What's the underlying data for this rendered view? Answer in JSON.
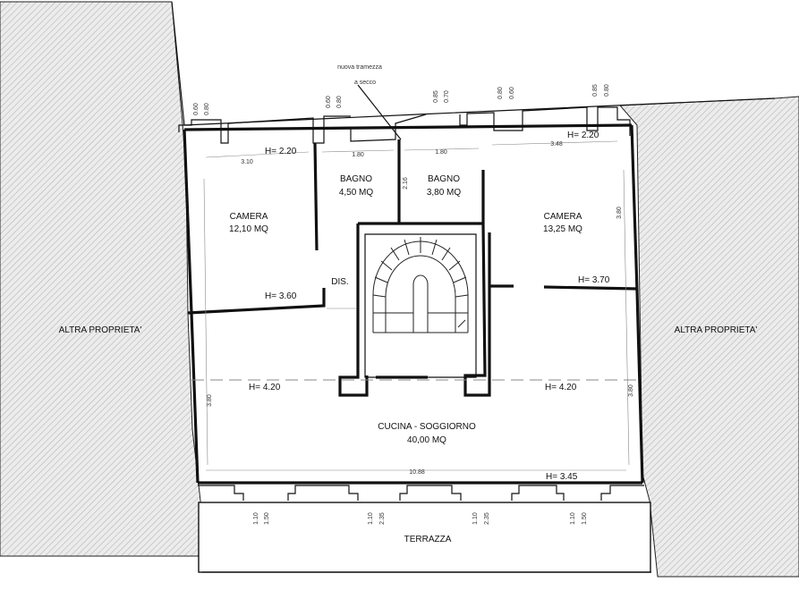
{
  "neighbors": {
    "left": "ALTRA PROPRIETA'",
    "right": "ALTRA PROPRIETA'"
  },
  "rooms": {
    "camera_left": {
      "name": "CAMERA",
      "area": "12,10 MQ"
    },
    "bagno_1": {
      "name": "BAGNO",
      "area": "4,50 MQ"
    },
    "bagno_2": {
      "name": "BAGNO",
      "area": "3,80 MQ"
    },
    "camera_right": {
      "name": "CAMERA",
      "area": "13,25 MQ"
    },
    "dis": {
      "name": "DIS."
    },
    "cucina": {
      "name": "CUCINA - SOGGIORNO",
      "area": "40,00 MQ"
    },
    "terrazza": {
      "name": "TERRAZZA"
    }
  },
  "note": {
    "line1": "nuova tramezza",
    "line2": "a secco"
  },
  "heights": {
    "h_top_left": "H= 2.20",
    "h_top_right": "H= 2.20",
    "h_camera_left": "H= 3.60",
    "h_camera_right": "H= 3.70",
    "h_kitchen_left": "H= 4.20",
    "h_kitchen_right": "H= 4.20",
    "h_bottom": "H= 3.45"
  },
  "dimensions": {
    "top_windows": [
      {
        "a": "0.60",
        "b": "0.80"
      },
      {
        "a": "0.60",
        "b": "0.80"
      },
      {
        "a": "0.85",
        "b": "0.70"
      },
      {
        "a": "0.80",
        "b": "0.60"
      },
      {
        "a": "0.85",
        "b": "0.80"
      }
    ],
    "bottom_windows": [
      {
        "a": "1.10",
        "b": "1.50"
      },
      {
        "a": "1.10",
        "b": "2.35"
      },
      {
        "a": "1.10",
        "b": "2.35"
      },
      {
        "a": "1.10",
        "b": "1.50"
      }
    ],
    "w_camera_left": "3.10",
    "w_bagno_1": "1.80",
    "w_bagno_2": "1.80",
    "w_camera_right": "3.48",
    "v_bagno": "2.16",
    "v_camera_right": "3.80",
    "v_left": "3.80",
    "v_right": "3.80",
    "w_total": "10.88"
  }
}
